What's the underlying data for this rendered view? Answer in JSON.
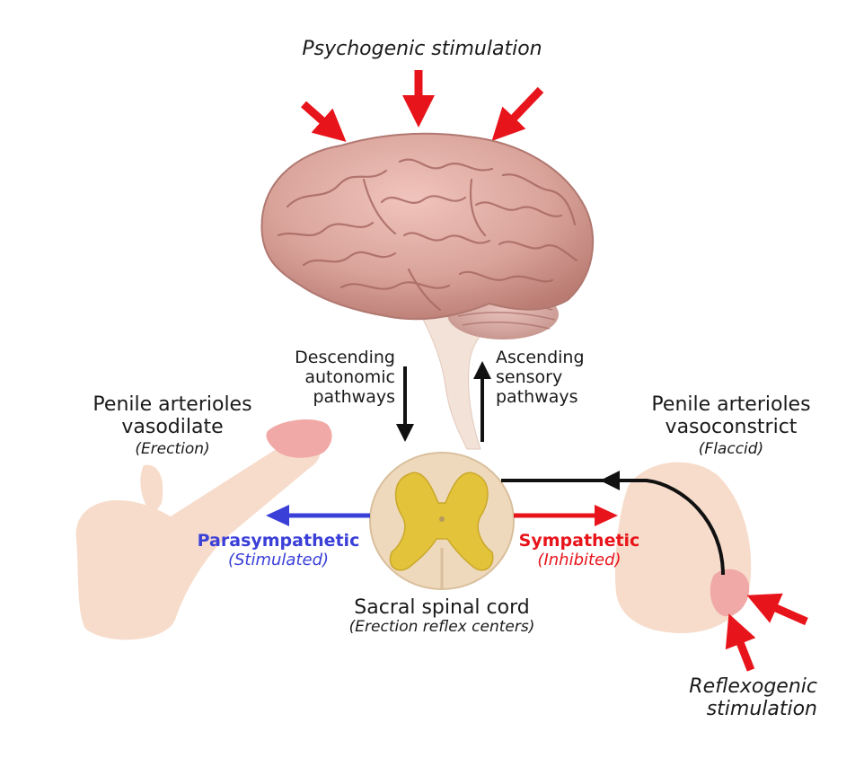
{
  "labels": {
    "psychogenic": "Psychogenic stimulation",
    "descending": [
      "Descending",
      "autonomic",
      "pathways"
    ],
    "ascending": [
      "Ascending",
      "sensory",
      "pathways"
    ],
    "left_title": [
      "Penile arterioles",
      "vasodilate"
    ],
    "left_state": "(Erection)",
    "right_title": [
      "Penile arterioles",
      "vasoconstrict"
    ],
    "right_state": "(Flaccid)",
    "parasympathetic": "Parasympathetic",
    "parasympathetic_state": "(Stimulated)",
    "sympathetic": "Sympathetic",
    "sympathetic_state": "(Inhibited)",
    "spinal_cord": "Sacral spinal cord",
    "spinal_cord_sub": "(Erection reflex centers)",
    "reflexogenic": [
      "Reflexogenic",
      "stimulation"
    ]
  },
  "colors": {
    "stimulus_arrow": "#e8141b",
    "pathway_arrow": "#111111",
    "parasympathetic": "#3a3fd8",
    "sympathetic": "#e8141b",
    "brain": "#d9a39a",
    "brain_dark": "#a86a63",
    "skin": "#f7dccb",
    "glans": "#f0a9a6",
    "cord_white": "#efd9bd",
    "cord_gray": "#e3c33a"
  }
}
